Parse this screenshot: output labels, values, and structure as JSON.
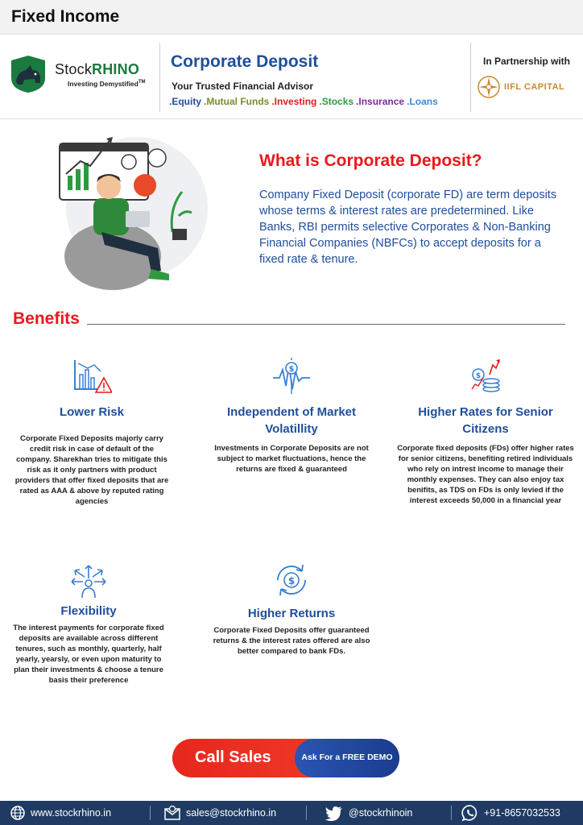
{
  "page": {
    "heading": "Fixed Income"
  },
  "brand": {
    "name_part1": "Stock",
    "name_part2": "RHINO",
    "tagline": "Investing Demystified",
    "tm": "TM"
  },
  "header": {
    "title": "Corporate Deposit",
    "subtitle": "Your  Trusted Financial Advisor",
    "services": [
      {
        "label": ".Equity",
        "color": "#1f4e9c"
      },
      {
        "label": ".Mutual Funds",
        "color": "#7d8a2a"
      },
      {
        "label": ".Investing",
        "color": "#e8191d"
      },
      {
        "label": ".Stocks",
        "color": "#2e9a3f"
      },
      {
        "label": ".Insurance",
        "color": "#7a2a9c"
      },
      {
        "label": ".Loans",
        "color": "#3a8fd8"
      }
    ],
    "partner_label": "In Partnership with",
    "partner_name": "IIFL CAPITAL"
  },
  "hero": {
    "title": "What is Corporate Deposit?",
    "body": "Company Fixed Deposit (corporate FD) are term deposits whose terms & interest rates are predetermined. Like Banks, RBI permits selective Corporates & Non-Banking Financial Companies (NBFCs) to accept deposits for a fixed rate & tenure."
  },
  "benefits": {
    "title": "Benefits",
    "items": [
      {
        "title": "Lower Risk",
        "description": "Corporate Fixed Deposits majorly carry credit risk in case of default of the company. Sharekhan tries to mitigate this risk as it only partners with product providers that offer fixed deposits that are rated as AAA & above by reputed rating agencies"
      },
      {
        "title": "Independent of Market Volatillity",
        "description": "Investments in Corporate Deposits are not subject to market fluctuations, hence the returns are fixed & guaranteed"
      },
      {
        "title": "Higher Rates for Senior Citizens",
        "description": "Corporate fixed deposits (FDs) offer higher rates for senior citizens, benefiting retired individuals who rely on intrest income to manage their monthly expenses. They can also enjoy tax benifits, as TDS on FDs is only levied if the interest exceeds 50,000 in a financial year"
      },
      {
        "title": "Flexibility",
        "description": "The interest payments for corporate fixed deposits are available across different tenures, such as monthly, quarterly, half yearly, yearsly, or even upon maturity to plan their investments & choose a tenure basis their preference"
      },
      {
        "title": "Higher Returns",
        "description": "Corporate Fixed Deposits offer guaranteed returns & the interest rates offered are also better compared to bank FDs."
      }
    ]
  },
  "cta": {
    "call_label": "Call Sales",
    "demo_label": "Ask For a FREE DEMO"
  },
  "footer": {
    "website": "www.stockrhino.in",
    "email": "sales@stockrhino.in",
    "twitter": "@stockrhinoin",
    "phone": "+91-8657032533"
  },
  "colors": {
    "accent_red": "#e8191d",
    "brand_blue": "#1f4e9c",
    "brand_green": "#1b7a3f",
    "footer_bg": "#1f3b63"
  }
}
